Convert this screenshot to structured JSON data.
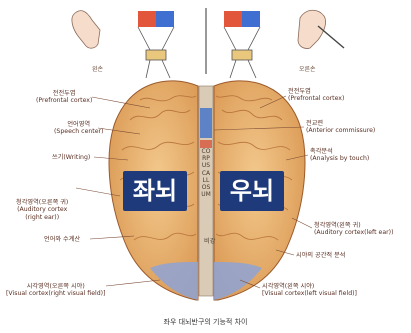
{
  "title": "좌우 대뇌반구의 기능적 차이",
  "badges": {
    "left": "좌뇌",
    "right": "우뇌"
  },
  "hands": {
    "left": "왼손",
    "right": "오른손"
  },
  "corpus_callosum": "CORPUS CALLOSUM",
  "nose": "비강",
  "left_labels": [
    {
      "ko": "전전두엽",
      "en": "(Prefrontal cortex)"
    },
    {
      "ko": "언어영역",
      "en": "(Speech center)"
    },
    {
      "ko": "쓰기(Writing)",
      "en": ""
    },
    {
      "ko": "청각영역(오른쪽 귀)",
      "en": "(Auditory cortex\n(right ear))"
    },
    {
      "ko": "언어와 수계산",
      "en": ""
    },
    {
      "ko": "시각영역(오른쪽 시야)",
      "en": "[Visual cortex(right visual field)]"
    }
  ],
  "right_labels": [
    {
      "ko": "전전두엽",
      "en": "(Prefrontal cortex)"
    },
    {
      "ko": "전교련",
      "en": "(Anterior commissure)"
    },
    {
      "ko": "촉각분석",
      "en": "(Analysis by touch)"
    },
    {
      "ko": "청각영역(왼쪽 귀)",
      "en": "(Auditory cortex(left ear))"
    },
    {
      "ko": "시야의 공간적 분석",
      "en": ""
    },
    {
      "ko": "시각영역(왼쪽 시야)",
      "en": "[Visual cortex(left visual field)]"
    }
  ],
  "colors": {
    "brain": "#e9b06a",
    "badge": "#1f3a7a",
    "text": "#5a2f23",
    "visual": "#8ea3d6"
  }
}
